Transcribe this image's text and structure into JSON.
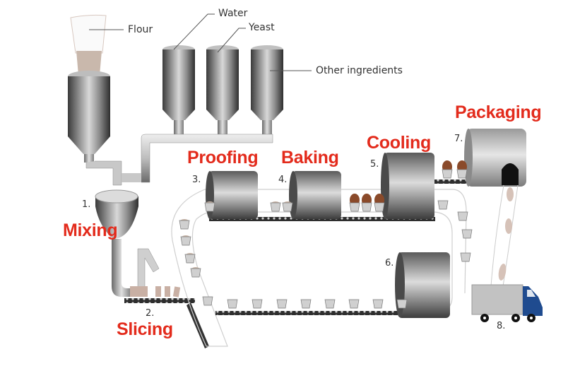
{
  "diagram": {
    "title": "Bread production process",
    "ingredients": {
      "flour": "Flour",
      "water": "Water",
      "yeast": "Yeast",
      "other": "Other ingredients"
    },
    "stages": [
      {
        "number": "1.",
        "label": "Mixing"
      },
      {
        "number": "2.",
        "label": "Slicing"
      },
      {
        "number": "3.",
        "label": "Proofing"
      },
      {
        "number": "4.",
        "label": "Baking"
      },
      {
        "number": "5.",
        "label": "Cooling"
      },
      {
        "number": "6.",
        "label": ""
      },
      {
        "number": "7.",
        "label": "Packaging"
      },
      {
        "number": "8.",
        "label": ""
      }
    ],
    "colors": {
      "label_red": "#e32b1c",
      "truck_cab_blue": "#1f4b8f",
      "dough": "#c8b4a6",
      "bread": "#8a4a2a"
    }
  }
}
